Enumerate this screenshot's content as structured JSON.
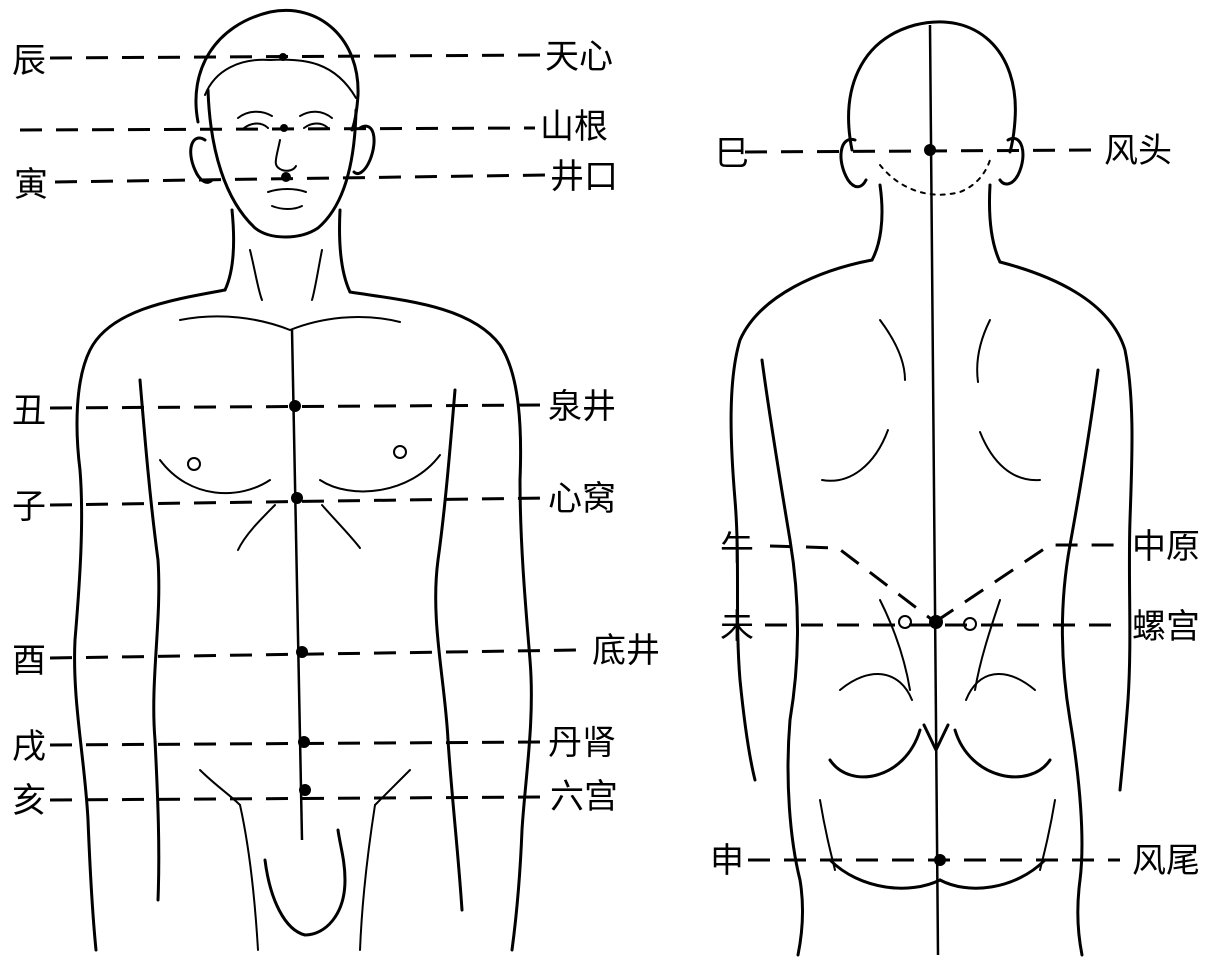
{
  "front": {
    "left_labels": [
      {
        "id": "chen",
        "text": "辰"
      },
      {
        "id": "yin",
        "text": "寅"
      },
      {
        "id": "chou",
        "text": "丑"
      },
      {
        "id": "zi",
        "text": "子"
      },
      {
        "id": "you",
        "text": "酉"
      },
      {
        "id": "xu",
        "text": "戌"
      },
      {
        "id": "hai",
        "text": "亥"
      }
    ],
    "right_labels": [
      {
        "id": "tianxin",
        "text": "天心"
      },
      {
        "id": "shangen",
        "text": "山根"
      },
      {
        "id": "jingkou",
        "text": "井口"
      },
      {
        "id": "quanjing",
        "text": "泉井"
      },
      {
        "id": "xinwo",
        "text": "心窝"
      },
      {
        "id": "dijing",
        "text": "底井"
      },
      {
        "id": "danshen",
        "text": "丹肾"
      },
      {
        "id": "liugong",
        "text": "六宫"
      }
    ]
  },
  "back": {
    "left_labels": [
      {
        "id": "si",
        "text": "巳"
      },
      {
        "id": "wu",
        "text": "午"
      },
      {
        "id": "wei",
        "text": "未"
      },
      {
        "id": "shen",
        "text": "申"
      }
    ],
    "right_labels": [
      {
        "id": "fengtou",
        "text": "风头"
      },
      {
        "id": "zhongyuan",
        "text": "中原"
      },
      {
        "id": "luogong",
        "text": "螺宫"
      },
      {
        "id": "fengwei",
        "text": "风尾"
      }
    ]
  }
}
